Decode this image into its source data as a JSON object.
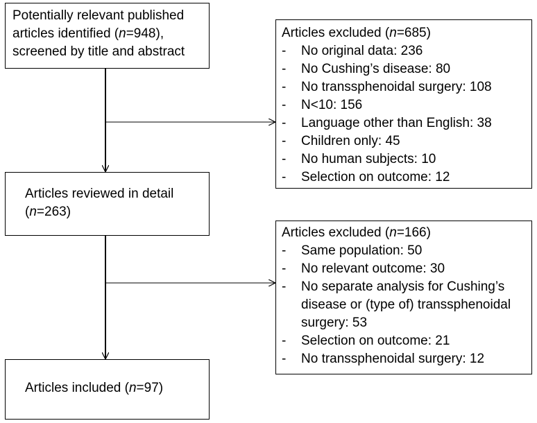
{
  "identified": {
    "line1": "Potentially relevant published",
    "line2_pre": "articles identified (",
    "line2_n": "n",
    "line2_post": "=948),",
    "line3": "screened by title and abstract"
  },
  "excluded_1": {
    "title_pre": "Articles excluded (",
    "title_n": "n",
    "title_post": "=685)",
    "items": [
      "No original data: 236",
      "No Cushing’s disease: 80",
      "No transsphenoidal surgery: 108",
      "N<10: 156",
      "Language other than English: 38",
      "Children only: 45",
      "No human subjects: 10",
      "Selection on outcome: 12"
    ]
  },
  "reviewed": {
    "line1": "Articles reviewed in detail",
    "line2_pre": "(",
    "line2_n": "n",
    "line2_post": "=263)"
  },
  "excluded_2": {
    "title_pre": "Articles excluded (",
    "title_n": "n",
    "title_post": "=166)",
    "items": [
      "Same population: 50",
      "No relevant outcome: 30",
      "No separate analysis for Cushing’s disease or (type of) transsphenoidal surgery: 53",
      "Selection on outcome: 21",
      "No transsphenoidal surgery: 12"
    ]
  },
  "included": {
    "text_pre": "Articles included (",
    "text_n": "n",
    "text_post": "=97)"
  },
  "bullet": "-"
}
